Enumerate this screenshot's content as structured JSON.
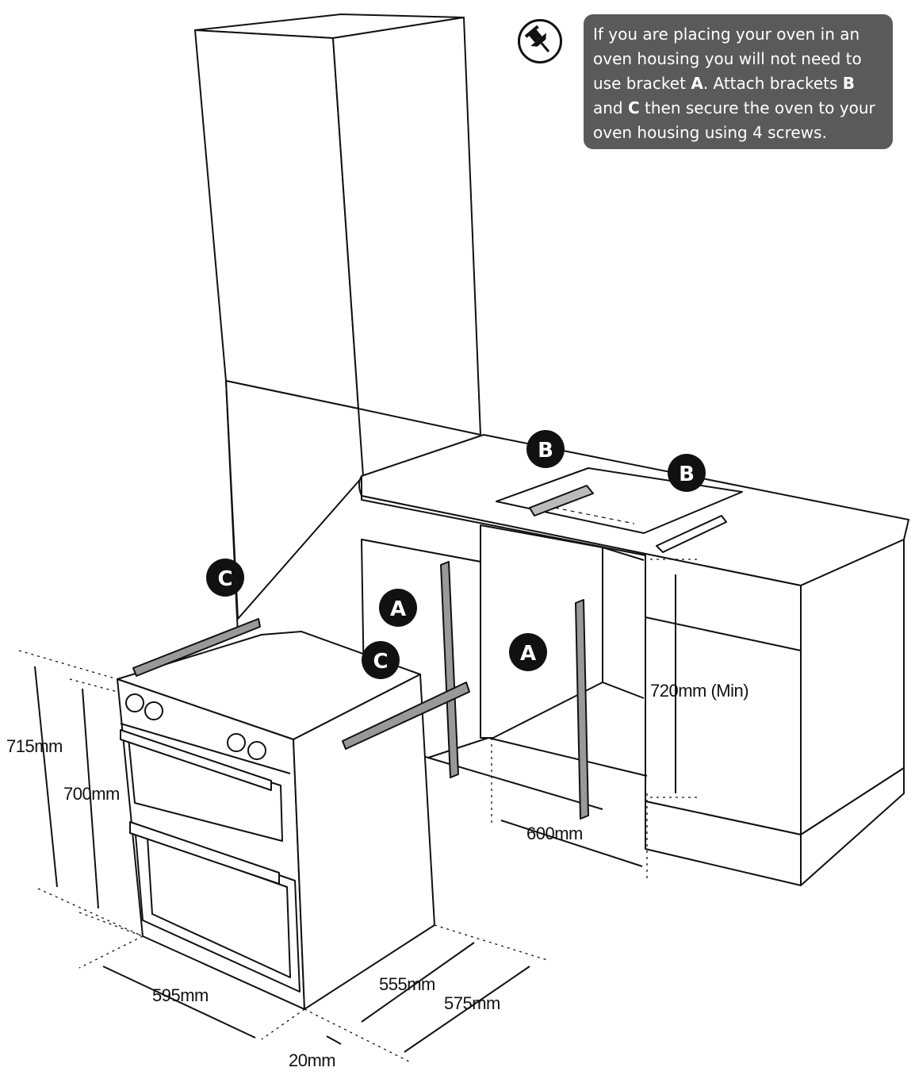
{
  "note": {
    "parts": [
      {
        "text": "If you are placing your oven in an oven housing you will not need to use  bracket ",
        "bold": false
      },
      {
        "text": "A",
        "bold": true
      },
      {
        "text": ". Attach brackets ",
        "bold": false
      },
      {
        "text": "B",
        "bold": true
      },
      {
        "text": " and ",
        "bold": false
      },
      {
        "text": "C",
        "bold": true
      },
      {
        "text": " then secure the oven to your oven housing using 4 screws.",
        "bold": false
      }
    ],
    "icon": "pushpin-icon"
  },
  "badges": {
    "b1": "B",
    "b2": "B",
    "a1": "A",
    "a2": "A",
    "c1": "C",
    "c2": "C"
  },
  "dimensions": {
    "d715": "715mm",
    "d700": "700mm",
    "d595": "595mm",
    "d20": "20mm",
    "d555": "555mm",
    "d575": "575mm",
    "d600": "600mm",
    "d720": "720mm (Min)"
  },
  "colors": {
    "line": "#111111",
    "note_bg": "#5a5a5a",
    "badge_bg": "#111111"
  }
}
